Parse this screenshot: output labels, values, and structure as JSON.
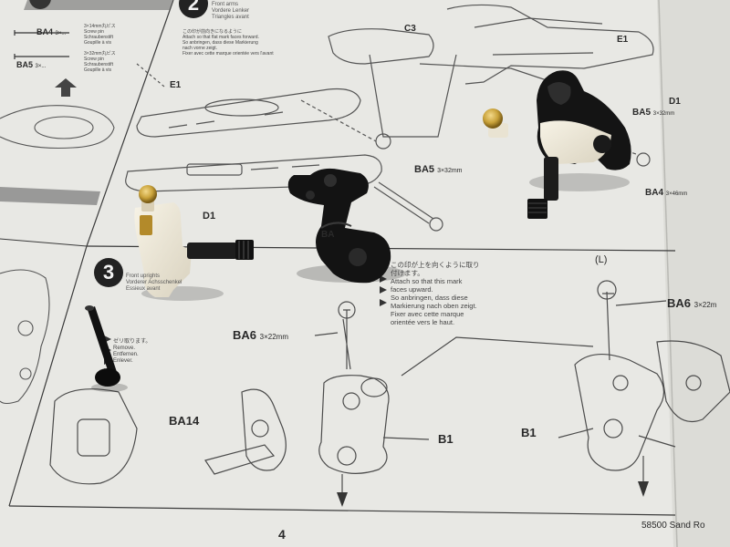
{
  "manual": {
    "step_numbers": [
      "2",
      "3"
    ],
    "page_number": "4",
    "footer_title": "58500 Sand Ro",
    "colors": {
      "paper": "#ecece8",
      "ink": "#2b2b2b",
      "black_parts": "#141414",
      "white_parts": "#ece6d6",
      "brass": "#c9a23a"
    }
  },
  "left_column": {
    "screws": [
      {
        "code": "BA4",
        "size": "3×..."
      },
      {
        "code": "BA5",
        "size": "3×..."
      }
    ],
    "screw_notes": [
      "3×14mm丸ビス\nScrew pin\nSchraubenstift\nGoupille à vis",
      "3×32mm丸ビス\nScrew pin\nSchraubenstift\nGoupille à vis"
    ]
  },
  "step2": {
    "head_text": "Front arms\nVordere Lenker\nTriangles avant",
    "note_text": "この印が前向きになるように\nAttach so that flat mark faces forward.\nSo anbringen, dass diese Markierung\nnach vorne zeigt.\nFixer avec cette marque orientée vers l'avant",
    "callouts": {
      "e1_left": "E1",
      "c3": "C3",
      "e1_right": "E1",
      "d1_left": "D1",
      "d1_right": "D1",
      "ba5_left": "BA5",
      "ba5_left_size": "3×32mm",
      "ba5_right": "BA5",
      "ba5_right_size": "3×32mm",
      "ba4": "BA4",
      "ba4_size": "3×46mm",
      "ba_partial": "BA"
    }
  },
  "step3": {
    "head_text": "Front uprights\nVorderer Achsschenkel\nEssieux avant",
    "remove_note": "ゼリ取ります。\nRemove.\nEntfernen.\nEnlever.",
    "mark_note": "この印が上を向くように取り\n付けます。\nAttach so that this mark\nfaces upward.\nSo anbringen, dass diese\nMarkierung nach oben zeigt.\nFixer avec cette marque\norientée vers le haut.",
    "left_label": "(L)",
    "callouts": {
      "ba6_center": "BA6",
      "ba6_center_size": "3×22mm",
      "ba6_right": "BA6",
      "ba6_right_size": "3×22m",
      "ba14": "BA14",
      "b1_center": "B1",
      "b1_right": "B1"
    }
  }
}
